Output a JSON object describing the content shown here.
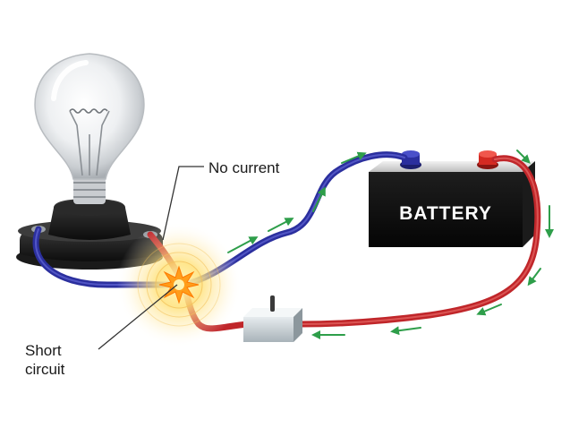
{
  "labels": {
    "no_current": "No current",
    "short_circuit_line1": "Short",
    "short_circuit_line2": "circuit",
    "battery": "BATTERY"
  },
  "components": [
    {
      "name": "light-bulb",
      "state": "off"
    },
    {
      "name": "bulb-socket"
    },
    {
      "name": "battery"
    },
    {
      "name": "switch",
      "state": "closed"
    },
    {
      "name": "short-circuit-spark"
    }
  ],
  "wires": [
    {
      "name": "negative-wire",
      "color": "#2b2f9e"
    },
    {
      "name": "positive-wire",
      "color": "#c0262a"
    }
  ],
  "colors": {
    "current_arrow": "#2e9e4a",
    "battery_body": "#111111",
    "battery_negative_terminal": "#2b2f9e",
    "battery_positive_terminal": "#d42a22",
    "spark": "#ff9d1a"
  }
}
